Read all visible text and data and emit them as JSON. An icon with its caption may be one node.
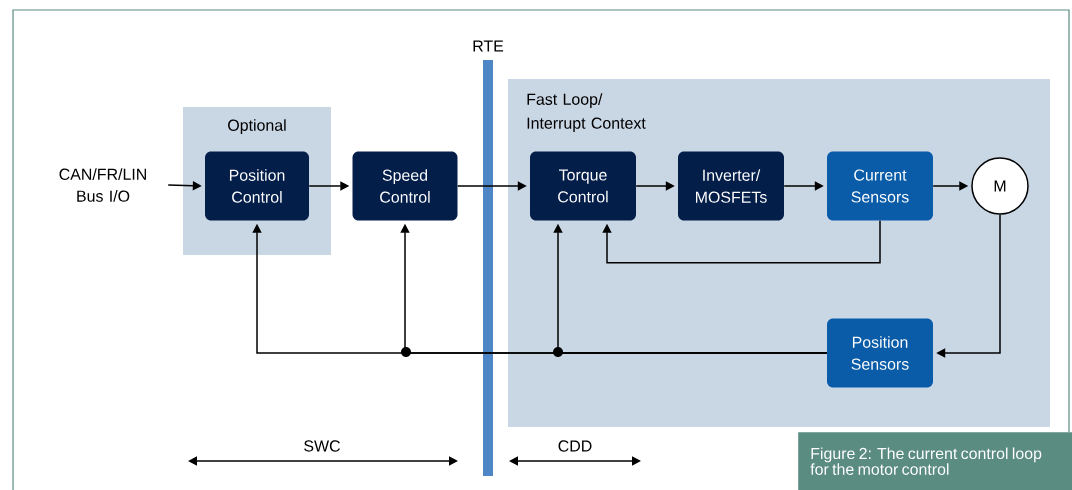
{
  "diagram": {
    "caption": "Figure 2: The current control loop for the motor control",
    "nodes": [
      {
        "text": [
          "Optional"
        ]
      },
      {
        "text": [
          "Position Control"
        ],
        "in": 0
      },
      {
        "text": [
          "Speed Control"
        ]
      },
      {
        "text": [
          "Fast Loop/ Interrupt Context"
        ]
      },
      {
        "text": [
          "Torque Control"
        ],
        "in": 3
      },
      {
        "text": [
          "Inverter/ MOSFETs"
        ],
        "in": 3
      },
      {
        "text": [
          "Current Sensors"
        ],
        "in": 3
      },
      {
        "text": [
          "M"
        ],
        "in": 3
      },
      {
        "text": [
          "Position Sensors"
        ],
        "in": 3
      },
      {
        "text": [
          "CAN/FR/LIN Bus I/O"
        ]
      }
    ],
    "edges": [
      {
        "from": 9,
        "to": 1,
        "arrow": "to"
      },
      {
        "from": 1,
        "to": 2,
        "arrow": "to"
      },
      {
        "from": 2,
        "to": 4,
        "arrow": "to"
      },
      {
        "from": 4,
        "to": 5,
        "arrow": "to"
      },
      {
        "from": 5,
        "to": 6,
        "arrow": "to"
      },
      {
        "from": 6,
        "to": 7,
        "arrow": "to"
      },
      {
        "from": 6,
        "to": 4,
        "arrow": "to"
      },
      {
        "from": 7,
        "to": 8,
        "arrow": "to"
      },
      {
        "from": 8,
        "to": 1,
        "arrow": "to"
      },
      {
        "from": 8,
        "to": 2,
        "arrow": "to"
      },
      {
        "from": 8,
        "to": 4,
        "arrow": "to"
      }
    ],
    "labels": [
      "RTE",
      "SWC",
      "CDD"
    ]
  }
}
